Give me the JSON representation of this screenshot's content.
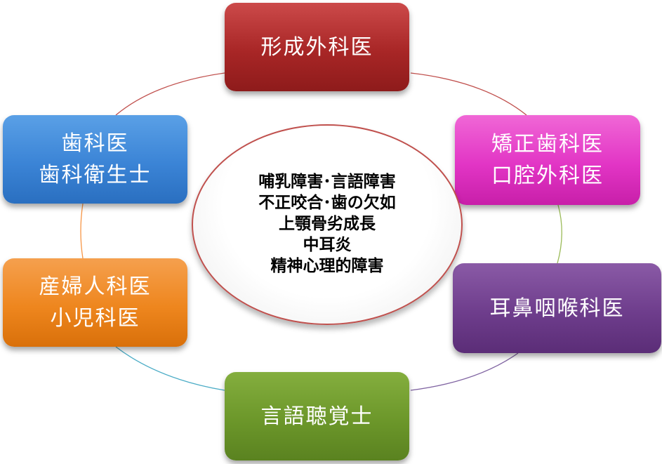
{
  "diagram": {
    "center": {
      "lines": [
        "哺乳障害･言語障害",
        "不正咬合･歯の欠如",
        "上顎骨劣成長",
        "中耳炎",
        "精神心理的障害"
      ]
    },
    "nodes": {
      "plastic_surgeon": {
        "lines": [
          "形成外科医"
        ],
        "color": "#a82626"
      },
      "orthodontist": {
        "lines": [
          "矯正歯科医",
          "口腔外科医"
        ],
        "color": "#e235c5"
      },
      "ent": {
        "lines": [
          "耳鼻咽喉科医"
        ],
        "color": "#6e3d8c"
      },
      "speech_therapist": {
        "lines": [
          "言語聴覚士"
        ],
        "color": "#6c972a"
      },
      "obstetrics_pediatrics": {
        "lines": [
          "産婦人科医",
          "小児科医"
        ],
        "color": "#ee861e"
      },
      "dental": {
        "lines": [
          "歯科医",
          "歯科衛生士"
        ],
        "color": "#3b84d6"
      }
    },
    "center_border_color": "#c0504d"
  }
}
